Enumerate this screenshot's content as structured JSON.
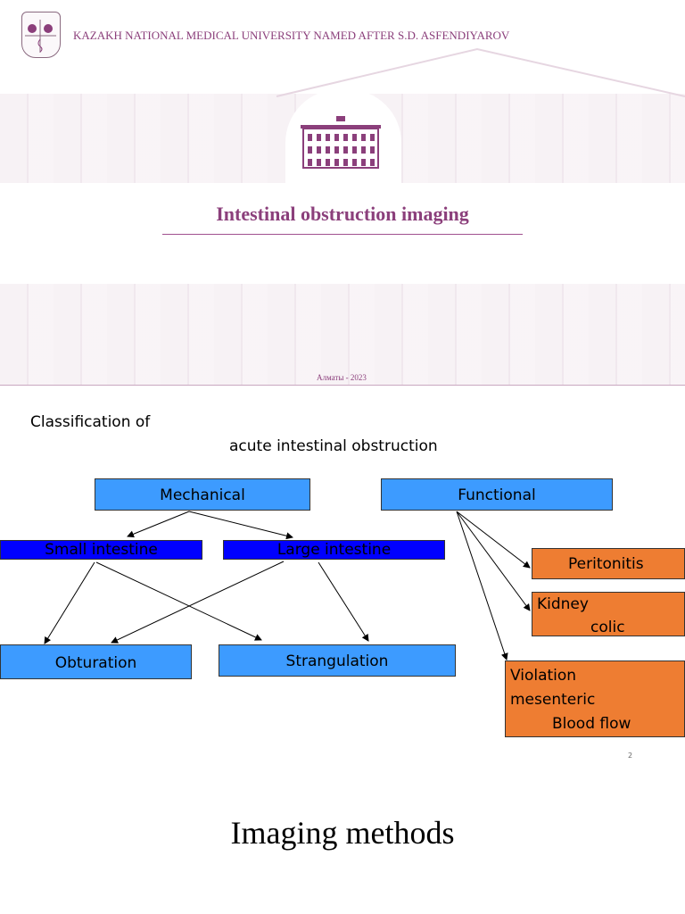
{
  "slide1": {
    "university": "KAZAKH NATIONAL MEDICAL UNIVERSITY NAMED AFTER S.D. ASFENDIYAROV",
    "title": "Intestinal obstruction imaging",
    "city_year": "Алматы - 2023",
    "accent_color": "#8b3f7b"
  },
  "slide2": {
    "heading_line1": "Classification of",
    "heading_line2": "acute intestinal obstruction",
    "boxes": {
      "mechanical": "Mechanical",
      "functional": "Functional",
      "small_intestine": "Small intestine",
      "large_intestine": "Large intestine",
      "obturation": "Obturation",
      "strangulation": "Strangulation",
      "peritonitis": "Peritonitis",
      "kidney_colic_1": "Kidney",
      "kidney_colic_2": "colic",
      "violation_1": "Violation",
      "violation_2": "mesenteric",
      "violation_3": "Blood flow"
    },
    "colors": {
      "light_blue": "#3d9bff",
      "dark_blue": "#0000ff",
      "orange": "#ee7d32"
    },
    "page_number": "2"
  },
  "slide3": {
    "title": "Imaging methods"
  }
}
